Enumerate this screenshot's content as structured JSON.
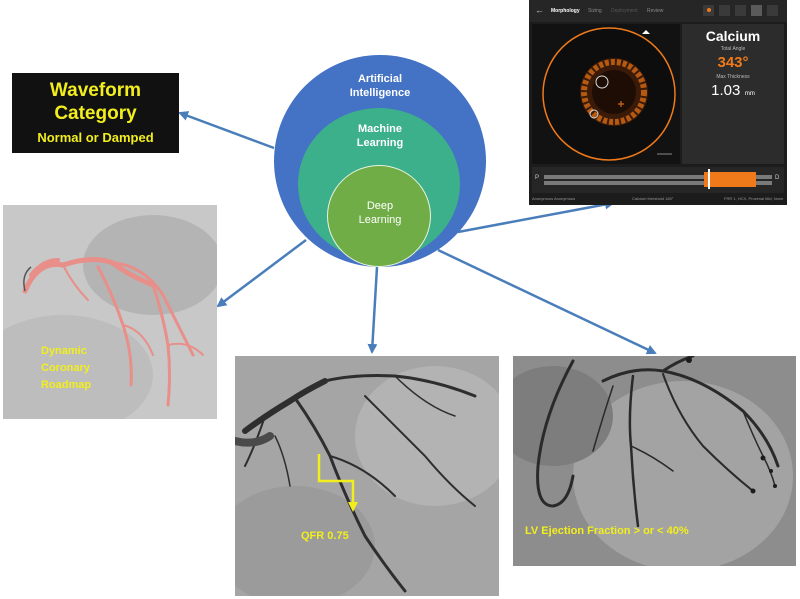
{
  "waveform": {
    "line1": "Waveform",
    "line2": "Category",
    "sub": "Normal or Damped"
  },
  "venn": {
    "ai": [
      "Artificial",
      "Intelligence"
    ],
    "ml": [
      "Machine",
      "Learning"
    ],
    "dl": [
      "Deep",
      "Learning"
    ]
  },
  "roadmap": {
    "lines": [
      "Dynamic",
      "Coronary",
      "Roadmap"
    ]
  },
  "qfr": {
    "label": "QFR 0.75"
  },
  "lvef": {
    "label": "LV Ejection Fraction > or < 40%"
  },
  "oct": {
    "tabs": [
      "Morphology",
      "Sizing",
      "Deployment",
      "Review"
    ],
    "heading": "Calcium",
    "angle_label": "Total Angle",
    "angle_value": "343°",
    "thickness_label": "Max Thickness",
    "thickness_value": "1.03",
    "thickness_unit": "mm",
    "track_left": "P",
    "track_right": "D",
    "footer_left": "Anonymous  Anonymous",
    "footer_mid": "Calcium threshold  180°",
    "footer_right": "FRR 1, HCX, Proximal Mid, None"
  },
  "colors": {
    "ai_circle": "#4472c4",
    "ml_circle": "#3cb08a",
    "dl_circle": "#70ad47",
    "arrow": "#4a7ebb",
    "label_yellow": "#f2ee1e",
    "oct_accent": "#f07a1a"
  }
}
